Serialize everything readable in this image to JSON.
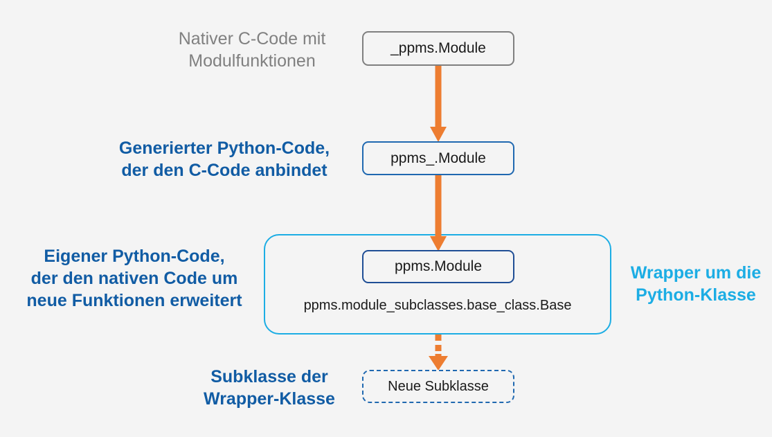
{
  "diagram": {
    "background_color": "#f4f4f4",
    "colors": {
      "gray_label": "#808080",
      "blue_label": "#115CA4",
      "cyan_label": "#1CADE4",
      "arrow_orange": "#ED7D31",
      "gray_border": "#7f7f7f",
      "blue_border": "#1F68B0",
      "navy_border": "#1F4E95",
      "cyan_border": "#1CADE4"
    },
    "labels": {
      "native": "Nativer C-Code mit\nModulfunktionen",
      "generated": "Generierter Python-Code,\nder den C-Code anbindet",
      "own": "Eigener Python-Code,\nder den nativen Code um\nneue Funktionen erweitert",
      "wrapper": "Wrapper um die\nPython-Klasse",
      "subclass": "Subklasse der\nWrapper-Klasse"
    },
    "nodes": {
      "native": "_ppms.Module",
      "generated": "ppms_.Module",
      "module": "ppms.Module",
      "base_class": "ppms.module_subclasses.base_class.Base",
      "subclass": "Neue Subklasse"
    },
    "arrows": {
      "native_to_generated": "solid-down-arrow",
      "generated_to_module": "solid-down-arrow",
      "module_to_subclass": "dashed-down-arrow"
    }
  }
}
